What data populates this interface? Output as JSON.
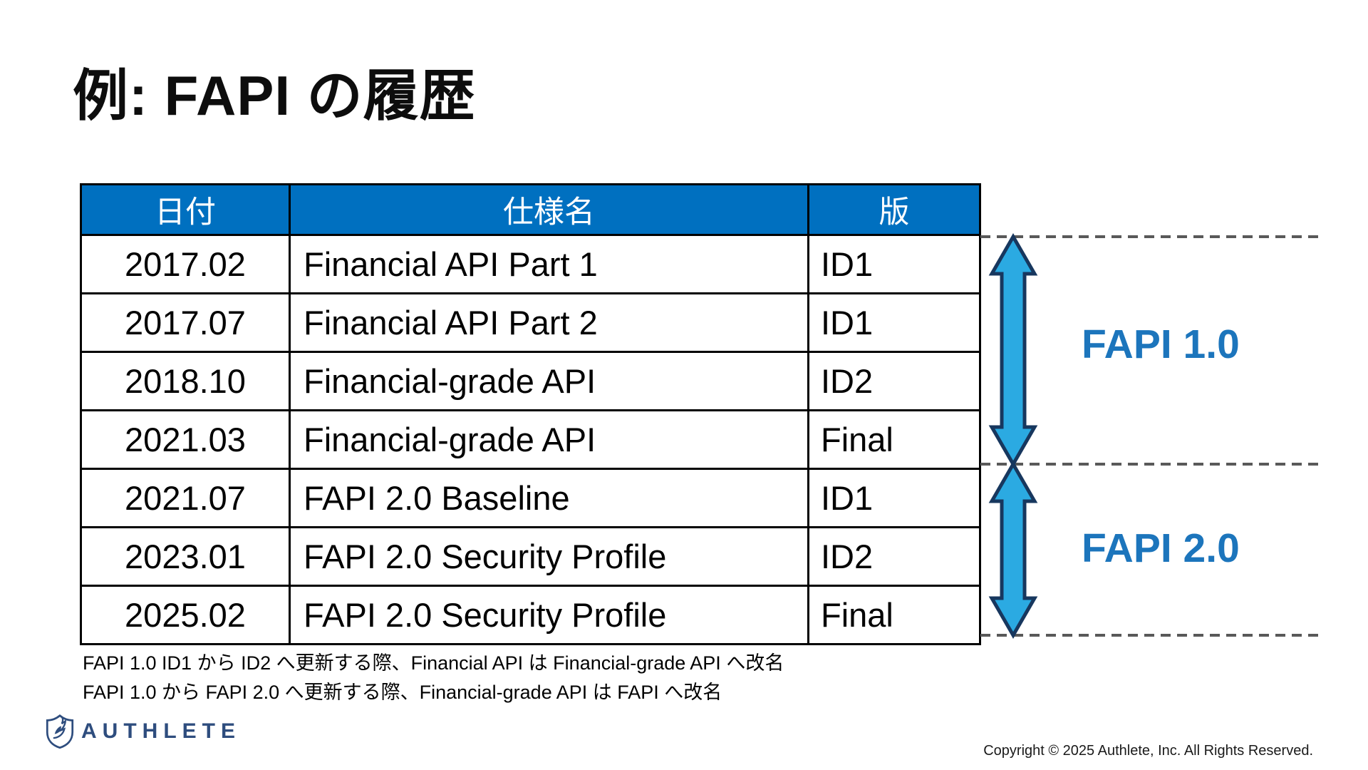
{
  "slide": {
    "title": "例: FAPI の履歴",
    "copyright": "Copyright © 2025 Authlete, Inc. All Rights Reserved."
  },
  "table": {
    "headers": {
      "date": "日付",
      "name": "仕様名",
      "version": "版"
    },
    "rows": [
      {
        "date": "2017.02",
        "name": "Financial API Part 1",
        "version": "ID1"
      },
      {
        "date": "2017.07",
        "name": "Financial API Part 2",
        "version": "ID1"
      },
      {
        "date": "2018.10",
        "name": "Financial-grade API",
        "version": "ID2"
      },
      {
        "date": "2021.03",
        "name": "Financial-grade API",
        "version": "Final"
      },
      {
        "date": "2021.07",
        "name": "FAPI 2.0 Baseline",
        "version": "ID1"
      },
      {
        "date": "2023.01",
        "name": "FAPI 2.0 Security Profile",
        "version": "ID2"
      },
      {
        "date": "2025.02",
        "name": "FAPI 2.0 Security Profile",
        "version": "Final"
      }
    ]
  },
  "annotations": {
    "fapi1_label": "FAPI 1.0",
    "fapi2_label": "FAPI 2.0"
  },
  "footnotes": {
    "line1": "FAPI 1.0 ID1 から ID2 へ更新する際、Financial API は Financial-grade API へ改名",
    "line2": "FAPI 1.0 から FAPI 2.0 へ更新する際、Financial-grade API は FAPI へ改名"
  },
  "logo": {
    "wordmark": "AUTHLETE",
    "icon": "authlete-shield-icon"
  },
  "colors": {
    "header_bg": "#0070C0",
    "date_cell_bg": "#C9E1F5",
    "arrow_fill": "#2BAAE2",
    "arrow_stroke": "#17375E",
    "label_blue": "#1C75BC",
    "dashed_gray": "#595959",
    "logo_navy": "#2E4D7E",
    "title_black": "#0D0D0D"
  }
}
